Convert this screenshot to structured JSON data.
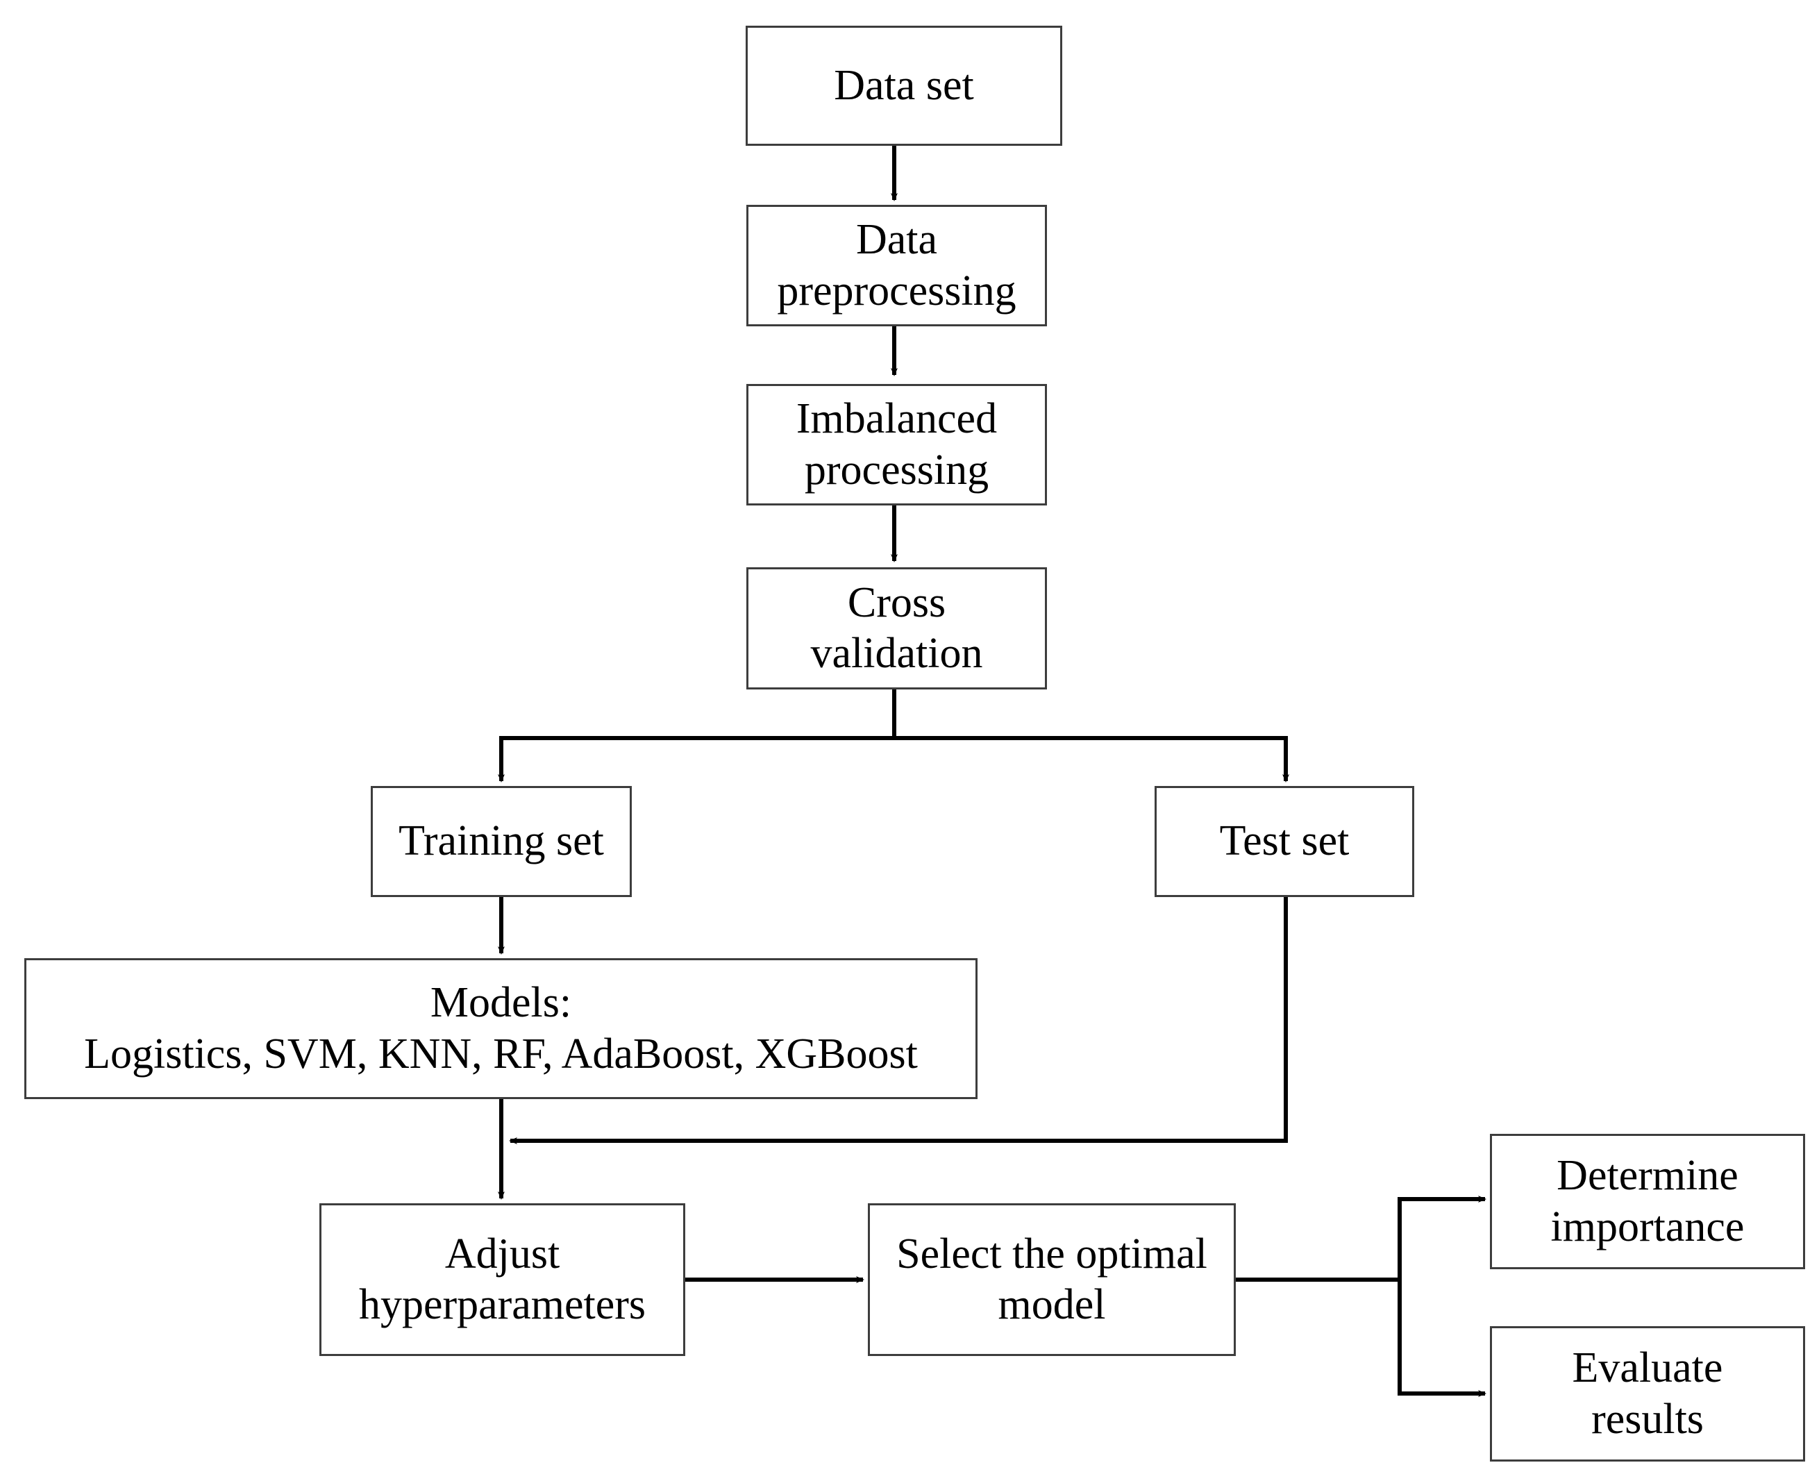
{
  "diagram": {
    "title": "Machine learning modeling workflow flowchart",
    "type": "flowchart",
    "colors": {
      "box_border": "#3d3d3d",
      "arrow": "#000000",
      "background": "#ffffff",
      "text": "#000000"
    },
    "nodes": [
      {
        "id": "data-set",
        "label": "Data set",
        "lines": [
          "Data set"
        ]
      },
      {
        "id": "data-preprocessing",
        "label": "Data preprocessing",
        "lines": [
          "Data",
          "preprocessing"
        ]
      },
      {
        "id": "imbalanced-processing",
        "label": "Imbalanced processing",
        "lines": [
          "Imbalanced",
          "processing"
        ]
      },
      {
        "id": "cross-validation",
        "label": "Cross validation",
        "lines": [
          "Cross",
          "validation"
        ]
      },
      {
        "id": "training-set",
        "label": "Training set",
        "lines": [
          "Training set"
        ]
      },
      {
        "id": "test-set",
        "label": "Test set",
        "lines": [
          "Test set"
        ]
      },
      {
        "id": "models",
        "label": "Models: Logistics, SVM, KNN, RF, AdaBoost, XGBoost",
        "lines": [
          "Models:",
          "Logistics, SVM, KNN, RF, AdaBoost, XGBoost"
        ]
      },
      {
        "id": "adjust-hyperparameters",
        "label": "Adjust hyperparameters",
        "lines": [
          "Adjust",
          "hyperparameters"
        ]
      },
      {
        "id": "select-optimal-model",
        "label": "Select the optimal model",
        "lines": [
          "Select the optimal",
          "model"
        ]
      },
      {
        "id": "determine-importance",
        "label": "Determine importance",
        "lines": [
          "Determine",
          "importance"
        ]
      },
      {
        "id": "evaluate-results",
        "label": "Evaluate results",
        "lines": [
          "Evaluate",
          "results"
        ]
      }
    ],
    "edges": [
      {
        "from": "data-set",
        "to": "data-preprocessing"
      },
      {
        "from": "data-preprocessing",
        "to": "imbalanced-processing"
      },
      {
        "from": "imbalanced-processing",
        "to": "cross-validation"
      },
      {
        "from": "cross-validation",
        "to": "training-set"
      },
      {
        "from": "cross-validation",
        "to": "test-set"
      },
      {
        "from": "training-set",
        "to": "models"
      },
      {
        "from": "models",
        "to": "adjust-hyperparameters"
      },
      {
        "from": "test-set",
        "to": "adjust-hyperparameters"
      },
      {
        "from": "adjust-hyperparameters",
        "to": "select-optimal-model"
      },
      {
        "from": "select-optimal-model",
        "to": "determine-importance"
      },
      {
        "from": "select-optimal-model",
        "to": "evaluate-results"
      }
    ]
  },
  "labels": {
    "data_set": "Data set",
    "data_pre_l1": "Data",
    "data_pre_l2": "preprocessing",
    "imbalanced_l1": "Imbalanced",
    "imbalanced_l2": "processing",
    "cross_l1": "Cross",
    "cross_l2": "validation",
    "training_set": "Training set",
    "test_set": "Test set",
    "models_l1": "Models:",
    "models_l2": "Logistics, SVM, KNN, RF, AdaBoost, XGBoost",
    "adjust_l1": "Adjust",
    "adjust_l2": "hyperparameters",
    "select_l1": "Select the optimal",
    "select_l2": "model",
    "determine_l1": "Determine",
    "determine_l2": "importance",
    "evaluate_l1": "Evaluate",
    "evaluate_l2": "results"
  }
}
